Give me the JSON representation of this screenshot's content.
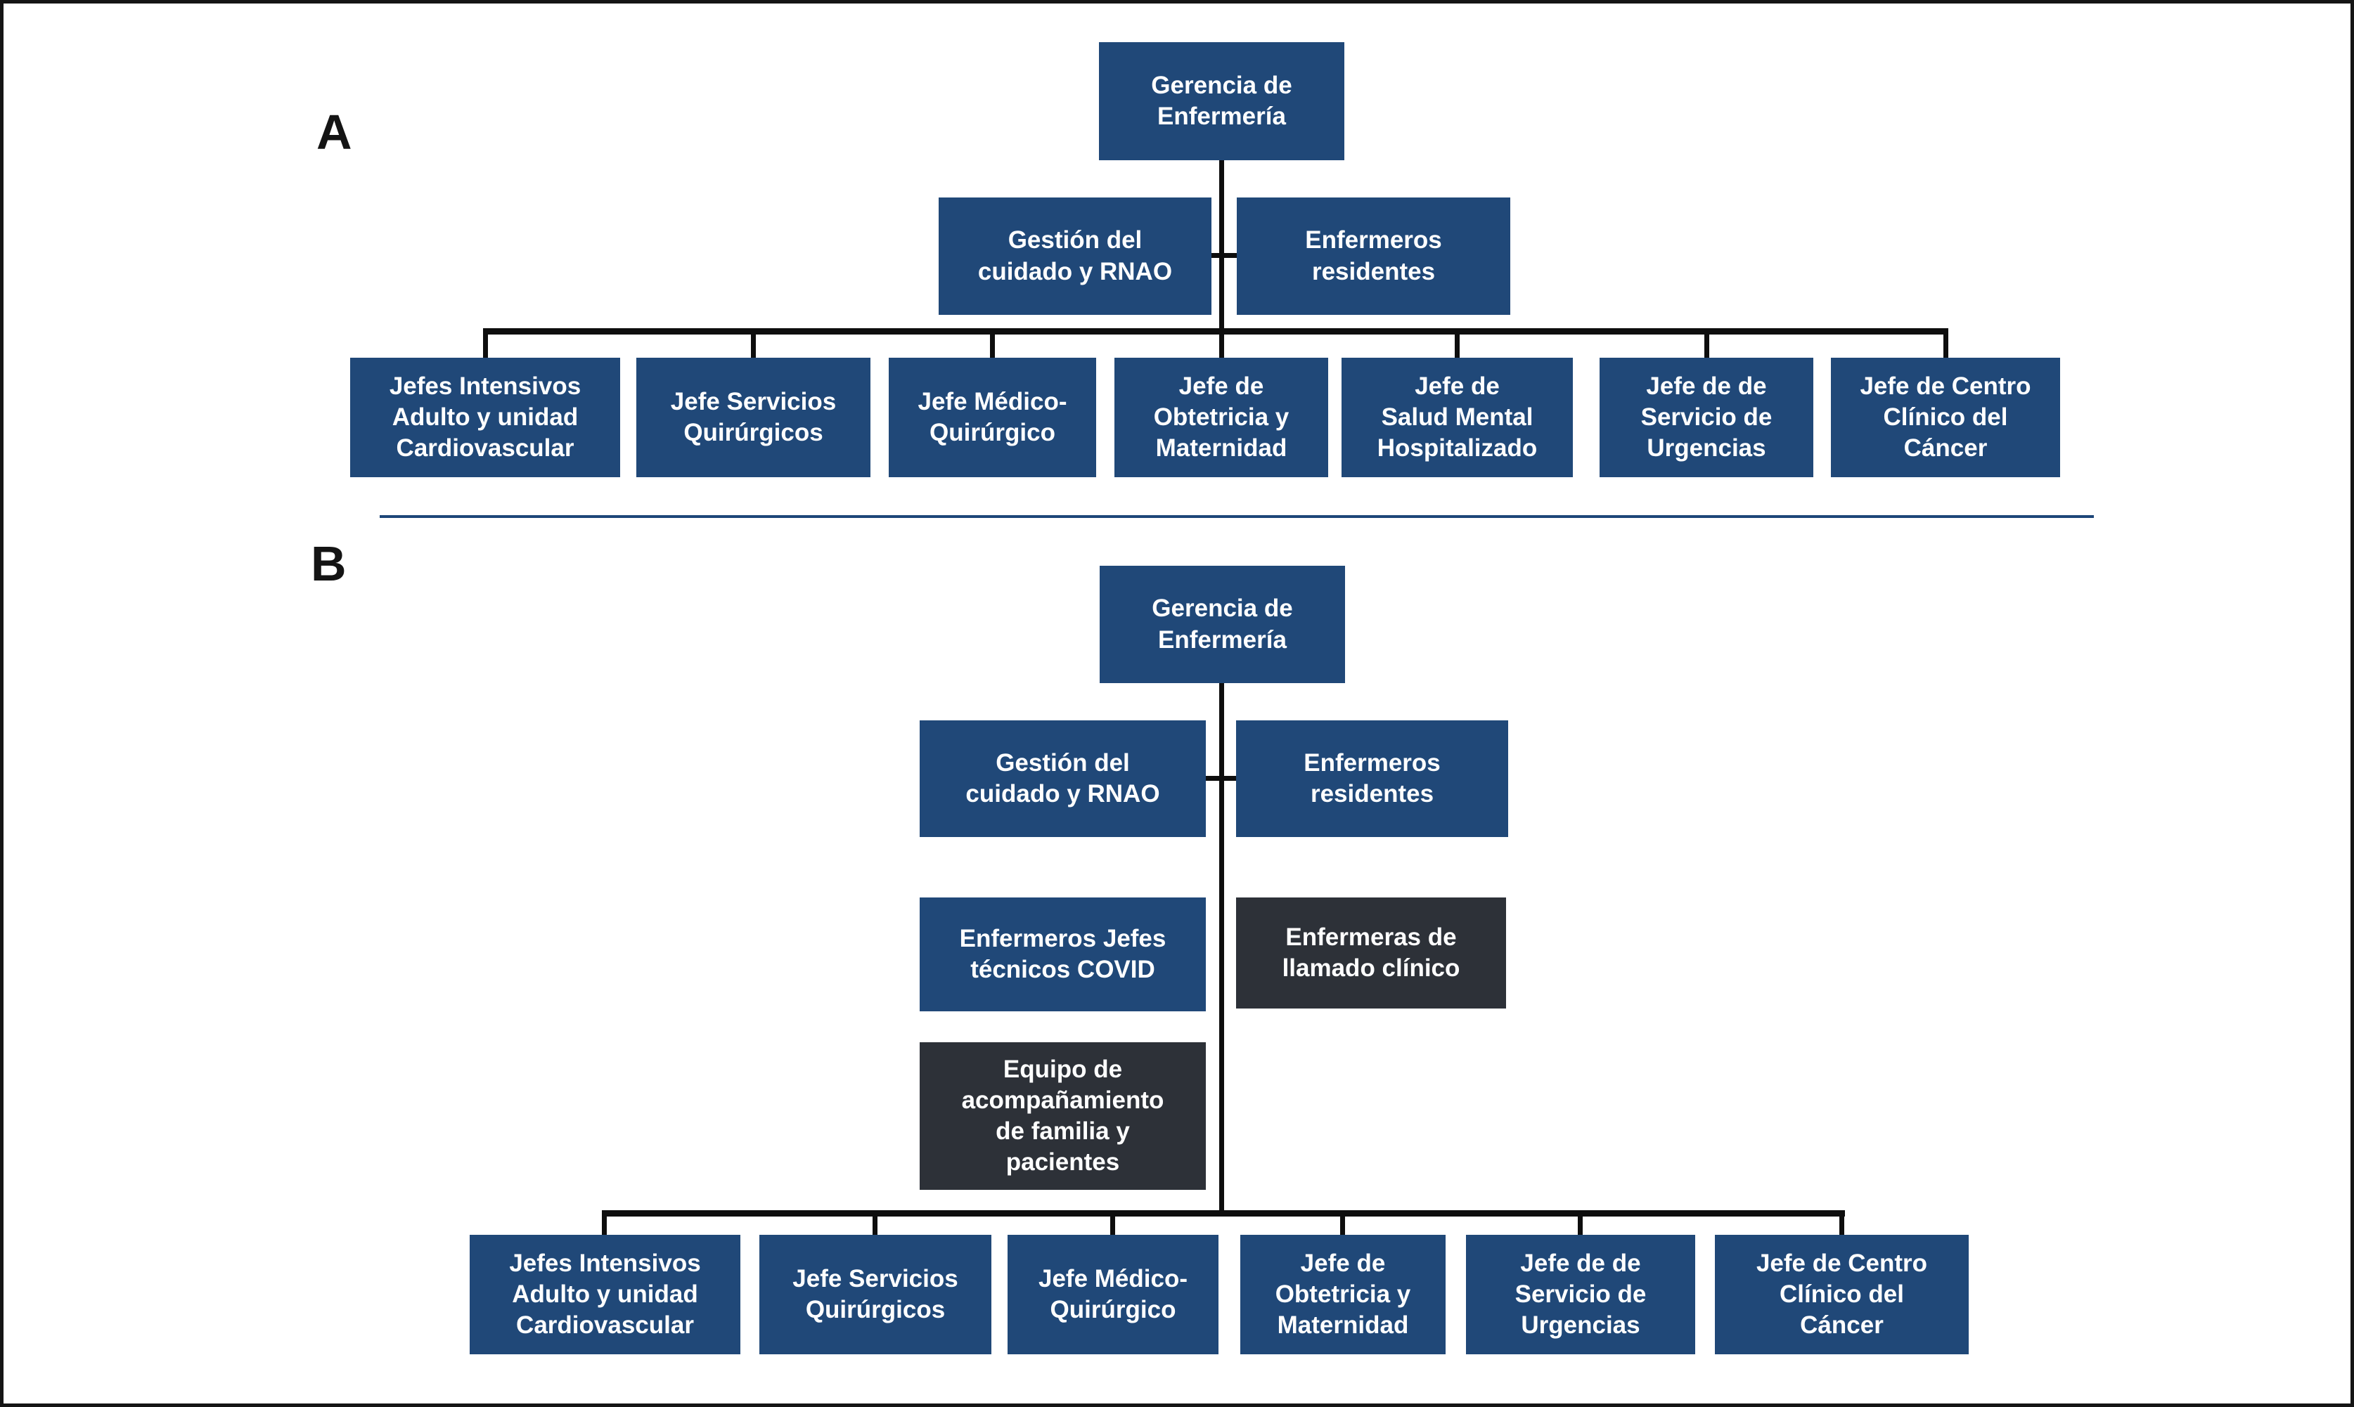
{
  "figure": {
    "description": "Two nursing management organizational charts, panels A and B"
  },
  "colors": {
    "box_blue": "#204878",
    "box_dark": "#2d3138",
    "box_text": "#ffffff",
    "line": "#0e0e0e",
    "divider": "#1d4678",
    "frame": "#151515"
  },
  "panel_a": {
    "label": "A",
    "root": "Gerencia de\nEnfermería",
    "level2": [
      "Gestión del\ncuidado y RNAO",
      "Enfermeros\nresidentes"
    ],
    "level3": [
      "Jefes Intensivos\nAdulto y unidad\nCardiovascular",
      "Jefe Servicios\nQuirúrgicos",
      "Jefe Médico-\nQuirúrgico",
      "Jefe de\nObtetricia y\nMaternidad",
      "Jefe de\nSalud Mental\nHospitalizado",
      "Jefe de de\nServicio de\nUrgencias",
      "Jefe de Centro\nClínico del\nCáncer"
    ]
  },
  "panel_b": {
    "label": "B",
    "root": "Gerencia de\nEnfermería",
    "level2": [
      "Gestión del\ncuidado y RNAO",
      "Enfermeros\nresidentes"
    ],
    "covid": "Enfermeros Jefes\ntécnicos COVID",
    "llamado": "Enfermeras de\nllamado clínico",
    "equipo": "Equipo de\nacompañamiento\nde familia y\npacientes",
    "level5": [
      "Jefes Intensivos\nAdulto y unidad\nCardiovascular",
      "Jefe Servicios\nQuirúrgicos",
      "Jefe Médico-\nQuirúrgico",
      "Jefe de\nObtetricia y\nMaternidad",
      "Jefe de de\nServicio de\nUrgencias",
      "Jefe de Centro\nClínico del\nCáncer"
    ]
  }
}
